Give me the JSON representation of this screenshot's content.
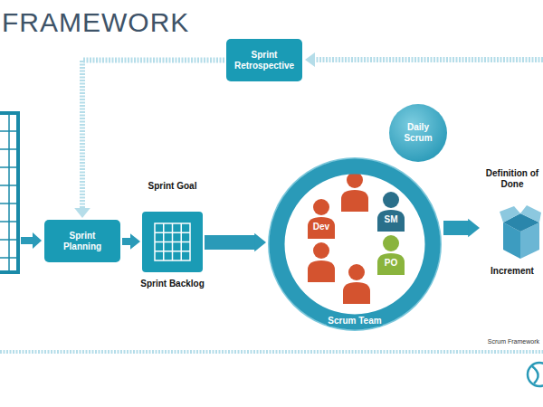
{
  "diagram": {
    "title": "FRAMEWORK",
    "nodes": [
      {
        "text": [
          "Sprint Retrospective"
        ]
      },
      {
        "text": [
          "Daily Scrum"
        ]
      },
      {
        "text": [
          "Sprint Planning"
        ]
      },
      {
        "text": [
          "Sprint Goal",
          "Sprint Backlog"
        ]
      },
      {
        "text": [
          "Scrum Team"
        ]
      },
      {
        "text": [
          "Dev"
        ],
        "in": 4
      },
      {
        "text": [
          "SM"
        ],
        "in": 4
      },
      {
        "text": [
          "PO"
        ],
        "in": 4
      },
      {
        "text": [
          "Definition of Done",
          "Increment"
        ]
      }
    ],
    "edges": [
      {
        "from": 0,
        "to": 2,
        "arrow": "to"
      },
      {
        "from": 2,
        "to": 3,
        "arrow": "to"
      },
      {
        "from": 3,
        "to": 4,
        "arrow": "to"
      },
      {
        "from": 4,
        "to": 8,
        "arrow": "to"
      }
    ],
    "labels": [
      "Scrum Framework"
    ]
  }
}
